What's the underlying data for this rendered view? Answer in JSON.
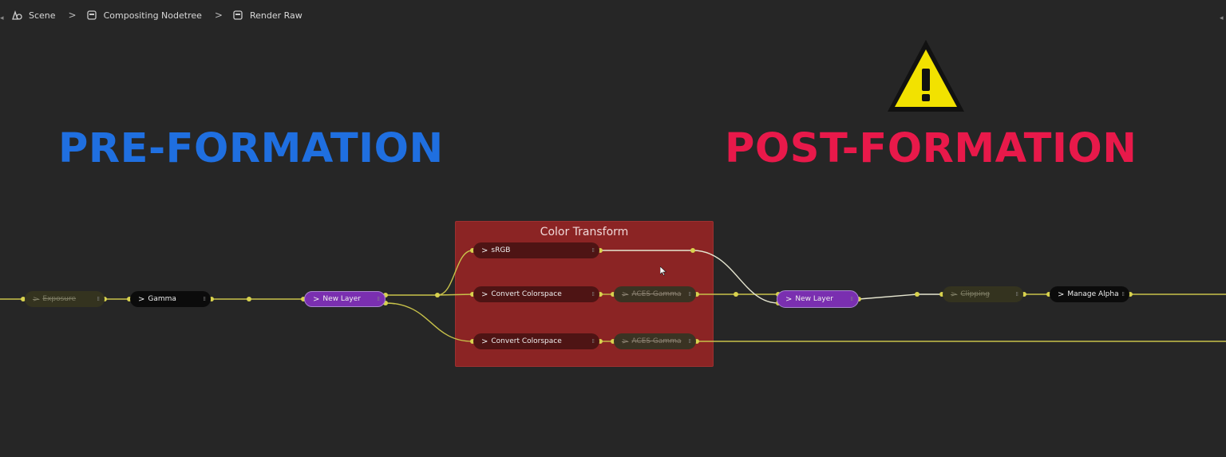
{
  "breadcrumb": {
    "scene": "Scene",
    "nodetree": "Compositing Nodetree",
    "group": "Render Raw",
    "icons": [
      "scene-icon",
      "node-tree-icon",
      "node-group-icon"
    ]
  },
  "labels": {
    "pre": "PRE-FORMATION",
    "post": "POST-FORMATION"
  },
  "frame": {
    "title": "Color Transform"
  },
  "nodes": {
    "exposure": "Exposure",
    "gamma": "Gamma",
    "new_layer_1": "New Layer",
    "srgb": "sRGB",
    "convert_1": "Convert Colorspace",
    "aces_1": "ACES Gamma",
    "convert_2": "Convert Colorspace",
    "aces_2": "ACES Gamma",
    "new_layer_2": "New Layer",
    "clipping": "Clipping",
    "manage_alpha": "Manage Alpha"
  },
  "colors": {
    "background": "#262626",
    "pre_label": "#1f6fe0",
    "post_label": "#e8194a",
    "frame": "#8b2424",
    "wire": "#c8c24a",
    "warning_fill": "#f2e200",
    "group_node": "#7a2fb0"
  }
}
